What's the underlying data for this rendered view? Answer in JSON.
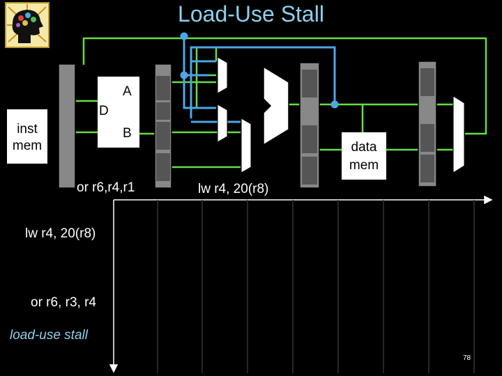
{
  "title": "Load-Use Stall",
  "logo_icon": "brain-head-logo-icon",
  "datapath": {
    "inst_mem_label": "inst\nmem",
    "data_mem_label": "data\nmem",
    "reg_a": "A",
    "reg_d": "D",
    "reg_b": "B",
    "decode_instruction": "or r6,r4,r1",
    "execute_instruction": "lw r4, 20(r8)"
  },
  "timeline": {
    "rows": [
      "lw r4, 20(r8)",
      "or r6, r3, r4",
      "load-use stall"
    ]
  },
  "page_number": "78",
  "colors": {
    "title": "#8fd0ec",
    "forward_path": "#4da6e8",
    "wire": "#66dd44",
    "stall_label": "#8fd0ec"
  }
}
